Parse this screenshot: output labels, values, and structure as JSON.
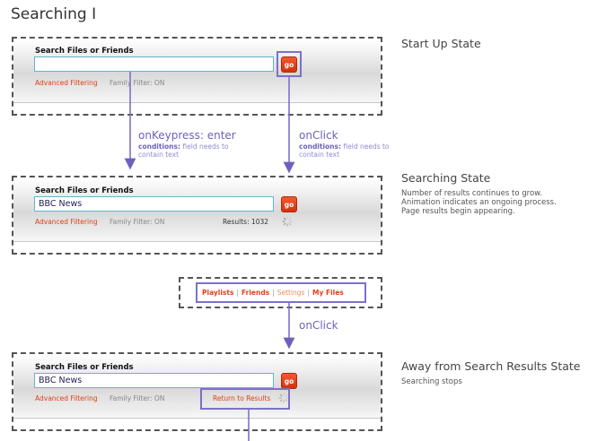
{
  "page_title": "Searching I",
  "search_label": "Search Files or Friends",
  "go_label": "go",
  "advanced_filtering": "Advanced Filtering",
  "family_filter": "Family Filter: ON",
  "states": {
    "startup": {
      "label": "Start Up State",
      "input_value": ""
    },
    "searching": {
      "label": "Searching State",
      "description": "Number of results continues to grow.\nAnimation indicates an ongoing process.\nPage results begin appearing.",
      "input_value": "BBC News",
      "results": "Results: 1032"
    },
    "away": {
      "label": "Away from Search Results State",
      "description": "Searching stops",
      "input_value": "BBC News",
      "return_link": "Return to Results"
    }
  },
  "events": {
    "keypress": {
      "name": "onKeypress: enter",
      "cond_label": "conditions:",
      "cond_text": "field needs to contain text"
    },
    "click_go": {
      "name": "onClick",
      "cond_label": "conditions:",
      "cond_text": "field needs to contain text"
    },
    "click_nav": {
      "name": "onClick"
    }
  },
  "nav": {
    "playlists": "Playlists",
    "friends": "Friends",
    "settings": "Settings",
    "myfiles": "My Files",
    "separator": "|"
  },
  "colors": {
    "accent": "#e0401a",
    "flow": "#6b62bd",
    "input_border": "#67b3c9"
  }
}
